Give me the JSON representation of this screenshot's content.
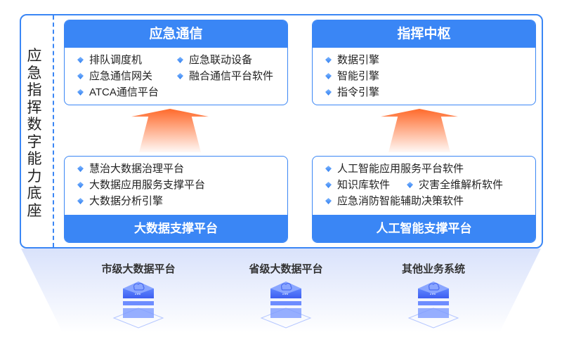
{
  "side_label": "应急指挥数字能力底座",
  "top_left": {
    "title": "应急通信",
    "col1": [
      "排队调度机",
      "应急通信网关",
      "ATCA通信平台"
    ],
    "col2": [
      "应急联动设备",
      "融合通信平台软件"
    ]
  },
  "top_right": {
    "title": "指挥中枢",
    "items": [
      "数据引擎",
      "智能引擎",
      "指令引擎"
    ]
  },
  "bottom_left": {
    "title": "大数据支撑平台",
    "items": [
      "慧治大数据治理平台",
      "大数据应用服务支撑平台",
      "大数据分析引擎"
    ]
  },
  "bottom_right": {
    "title": "人工智能支撑平台",
    "items": [
      "人工智能应用服务平台软件",
      "知识库软件",
      "灾害全维解析软件",
      "应急消防智能辅助决策软件"
    ]
  },
  "sources": [
    "市级大数据平台",
    "省级大数据平台",
    "其他业务系统"
  ]
}
